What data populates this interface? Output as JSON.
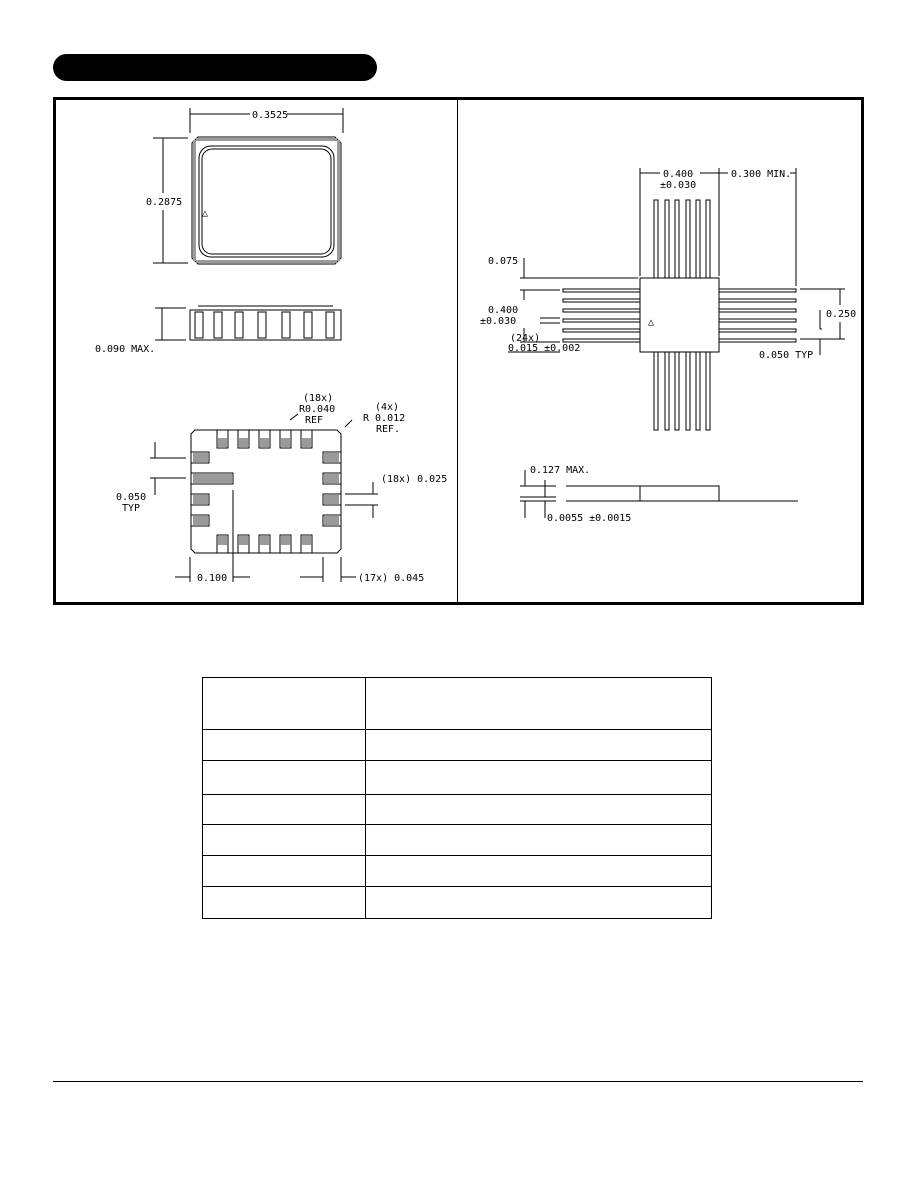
{
  "drawing": {
    "smd_top": {
      "width": "0.3525",
      "height": "0.2875",
      "pin1_marker": "△"
    },
    "smd_side": {
      "height": "0.090 MAX."
    },
    "smd_bottom": {
      "pad_radius_count": "(18x)",
      "pad_radius": "R0.040",
      "pad_radius_ref": "REF",
      "corner_radius_count": "(4x)",
      "corner_radius": "R 0.012",
      "corner_radius_ref": "REF.",
      "pad_width": "(18x) 0.025",
      "pitch": "0.050",
      "pitch_typ": "TYP",
      "corner_pad": "0.100",
      "pad_length": "(17x) 0.045"
    },
    "flatpack_top": {
      "body_width": "0.400",
      "body_width_tol": "±0.030",
      "lead_length": "0.300 MIN.",
      "lead_offset": "0.075",
      "body_height": "0.400",
      "body_height_tol": "±0.030",
      "lead_count": "(24x)",
      "lead_width": "0.015 ±0.002",
      "lead_span": "0.250",
      "lead_pitch": "0.050 TYP",
      "pin1_marker": "△"
    },
    "flatpack_side": {
      "height": "0.127 MAX.",
      "lead_thickness": "0.0055 ±0.0015"
    }
  },
  "spec_table": {
    "rows": [
      [
        "",
        ""
      ],
      [
        "",
        ""
      ],
      [
        "",
        ""
      ],
      [
        "",
        ""
      ],
      [
        "",
        ""
      ],
      [
        "",
        ""
      ],
      [
        "",
        ""
      ]
    ]
  }
}
